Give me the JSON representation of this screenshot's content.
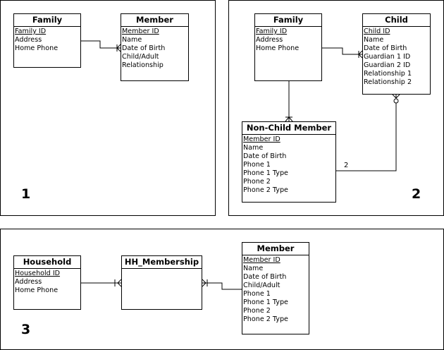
{
  "panels": [
    {
      "number": "1",
      "entities": {
        "family": {
          "title": "Family",
          "attributes": [
            "Family ID",
            "Address",
            "Home Phone"
          ]
        },
        "member": {
          "title": "Member",
          "attributes": [
            "Member ID",
            "Name",
            "Date of Birth",
            "Child/Adult",
            "Relationship"
          ]
        }
      }
    },
    {
      "number": "2",
      "entities": {
        "family": {
          "title": "Family",
          "attributes": [
            "Family ID",
            "Address",
            "Home Phone"
          ]
        },
        "child": {
          "title": "Child",
          "attributes": [
            "Child ID",
            "Name",
            "Date of Birth",
            "Guardian 1 ID",
            "Guardian 2 ID",
            "Relationship 1",
            "Relationship 2"
          ]
        },
        "nonchild": {
          "title": "Non-Child Member",
          "attributes": [
            "Member ID",
            "Name",
            "Date of Birth",
            "Phone 1",
            "Phone 1 Type",
            "Phone 2",
            "Phone 2 Type"
          ]
        }
      },
      "cardinality_label": "2"
    },
    {
      "number": "3",
      "entities": {
        "household": {
          "title": "Household",
          "attributes": [
            "Household ID",
            "Address",
            "Home Phone"
          ]
        },
        "membership": {
          "title": "HH_Membership",
          "attributes": []
        },
        "member": {
          "title": "Member",
          "attributes": [
            "Member ID",
            "Name",
            "Date of Birth",
            "Child/Adult",
            "Phone 1",
            "Phone 1 Type",
            "Phone 2",
            "Phone 2 Type"
          ]
        }
      }
    }
  ]
}
